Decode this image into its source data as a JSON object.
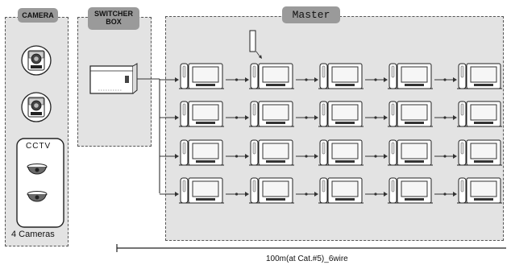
{
  "camera_panel": {
    "title": "CAMERA",
    "cctv_label": "CCTV",
    "count_label": "4 Cameras"
  },
  "switcher_panel": {
    "title": "SWITCHER\nBOX"
  },
  "master_panel": {
    "title": "Master",
    "grid": {
      "rows": 4,
      "columns": 5
    }
  },
  "distance_label": "100m(at Cat.#5)_6wire",
  "colors": {
    "panel_fill": "#e3e3e3",
    "tab_fill": "#9a9a9a",
    "line": "#333333"
  }
}
